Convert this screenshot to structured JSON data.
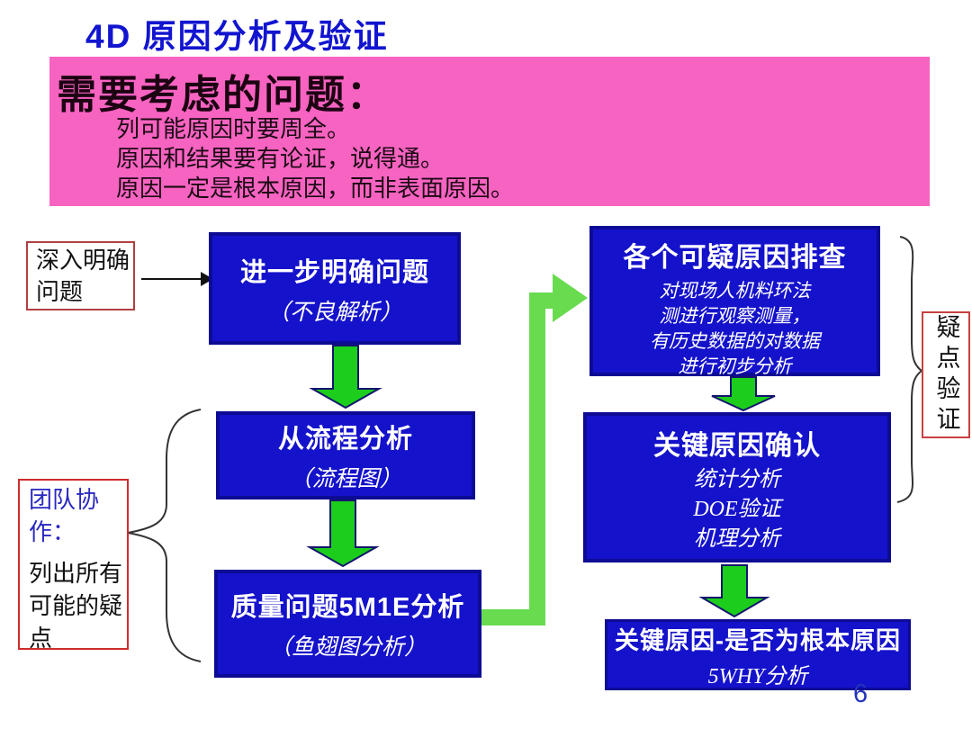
{
  "slide": {
    "title": "4D 原因分析及验证",
    "page_number": "6"
  },
  "banner": {
    "heading": "需要考虑的问题：",
    "points": [
      "列可能原因时要周全。",
      "原因和结果要有论证，说得通。",
      "原因一定是根本原因，而非表面原因。"
    ]
  },
  "flow": {
    "clarify_note": {
      "text": "深入明确问题"
    },
    "team_note": {
      "title": "团队协作：",
      "body": "列出所有可能的疑点"
    },
    "verify_note": {
      "text": "疑点验证"
    },
    "left_steps": [
      {
        "title": "进一步明确问题",
        "subtitle": "（不良解析）"
      },
      {
        "title": "从流程分析",
        "subtitle": "（流程图）"
      },
      {
        "title": "质量问题5M1E分析",
        "subtitle": "（鱼翅图分析）"
      }
    ],
    "right_steps": [
      {
        "title": "各个可疑原因排查",
        "lines": [
          "对现场人机料环法",
          "测进行观察测量，",
          "有历史数据的对数据",
          "进行初步分析"
        ]
      },
      {
        "title": "关键原因确认",
        "lines": [
          "统计分析",
          "DOE验证",
          "机理分析"
        ]
      },
      {
        "title": "关键原因-是否为根本原因",
        "lines": [
          "5WHY分析"
        ]
      }
    ]
  },
  "colors": {
    "title_blue": "#1215CF",
    "banner_pink": "#F763C1",
    "box_blue": "#1512CB",
    "box_border_navy": "#0d0b94",
    "arrow_green": "#1CCD1C",
    "elbow_green": "#68DB4F",
    "note_border_red": "#CF2B2B",
    "page_number_blue": "#2233BB"
  }
}
